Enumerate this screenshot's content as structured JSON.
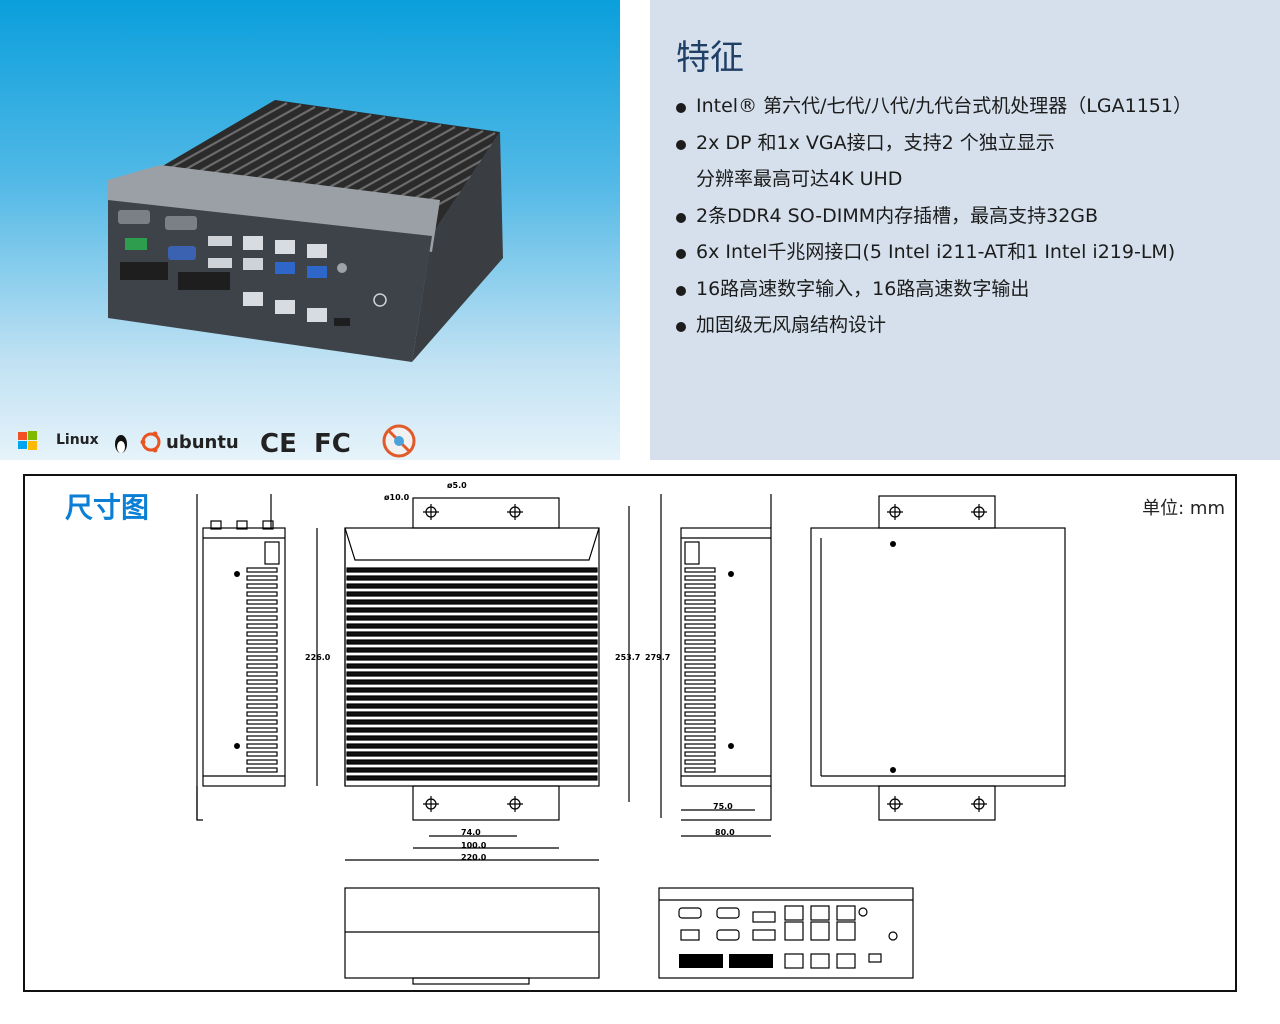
{
  "features": {
    "title": "特征",
    "items": [
      {
        "text": "Intel® 第六代/七代/八代/九代台式机处理器（LGA1151）",
        "bullet": true
      },
      {
        "text": "2x DP 和1x VGA接口，支持2 个独立显示",
        "bullet": true
      },
      {
        "text": "分辨率最高可达4K UHD",
        "bullet": false
      },
      {
        "text": "2条DDR4 SO-DIMM内存插槽，最高支持32GB",
        "bullet": true
      },
      {
        "text": "6x Intel千兆网接口(5 Intel i211-AT和1 Intel i219-LM)",
        "bullet": true
      },
      {
        "text": "16路高速数字输入，16路高速数字输出",
        "bullet": true
      },
      {
        "text": "加固级无风扇结构设计",
        "bullet": true
      }
    ]
  },
  "logos": {
    "linux": "Linux",
    "ubuntu": "ubuntu",
    "ce": "CE",
    "fcc": "FC"
  },
  "dimensions": {
    "title": "尺寸图",
    "unit": "单位: mm",
    "labels": {
      "dia_10": "ø10.0",
      "dia_5": "ø5.0",
      "h_226": "226.0",
      "h_253": "253.7",
      "h_279": "279.7",
      "w_74": "74.0",
      "w_100": "100.0",
      "w_220": "220.0",
      "w_75": "75.0",
      "w_80": "80.0"
    }
  },
  "colors": {
    "hero_top": "#0a9fdc",
    "features_bg": "#d5e0ec",
    "title_blue": "#0b7fd6"
  }
}
